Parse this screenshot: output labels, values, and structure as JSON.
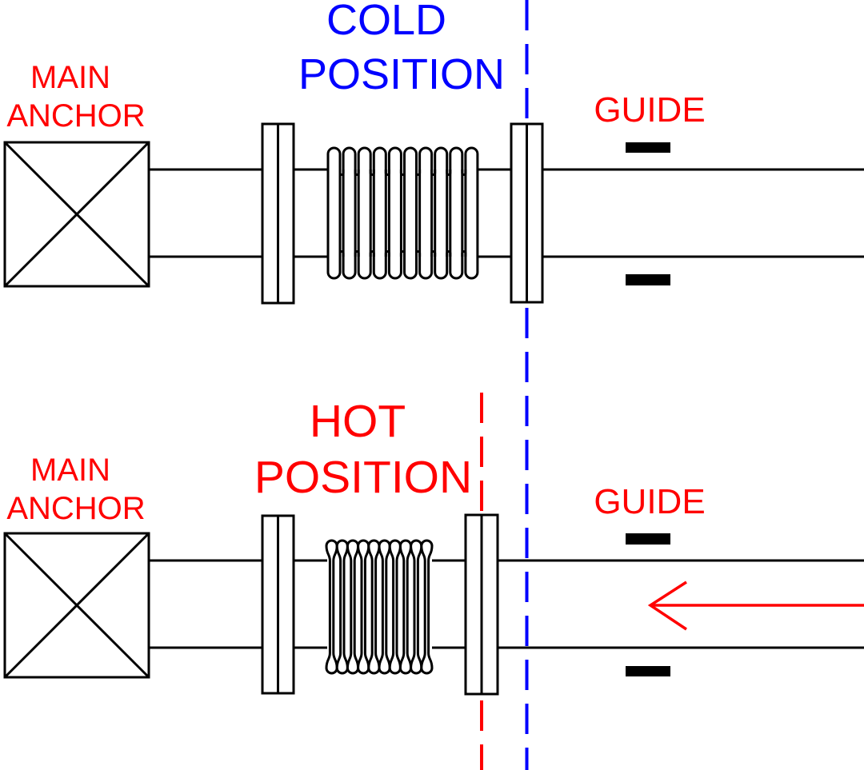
{
  "colors": {
    "label_red": "#FF0000",
    "cold_blue": "#0000FF",
    "line_black": "#000000",
    "guide_mark_black": "#000000"
  },
  "cold_section": {
    "title_line1": "COLD",
    "title_line2": "POSITION",
    "anchor_line1": "MAIN",
    "anchor_line2": "ANCHOR",
    "guide_label": "GUIDE"
  },
  "hot_section": {
    "title_line1": "HOT",
    "title_line2": "POSITION",
    "anchor_line1": "MAIN",
    "anchor_line2": "ANCHOR",
    "guide_label": "GUIDE"
  }
}
